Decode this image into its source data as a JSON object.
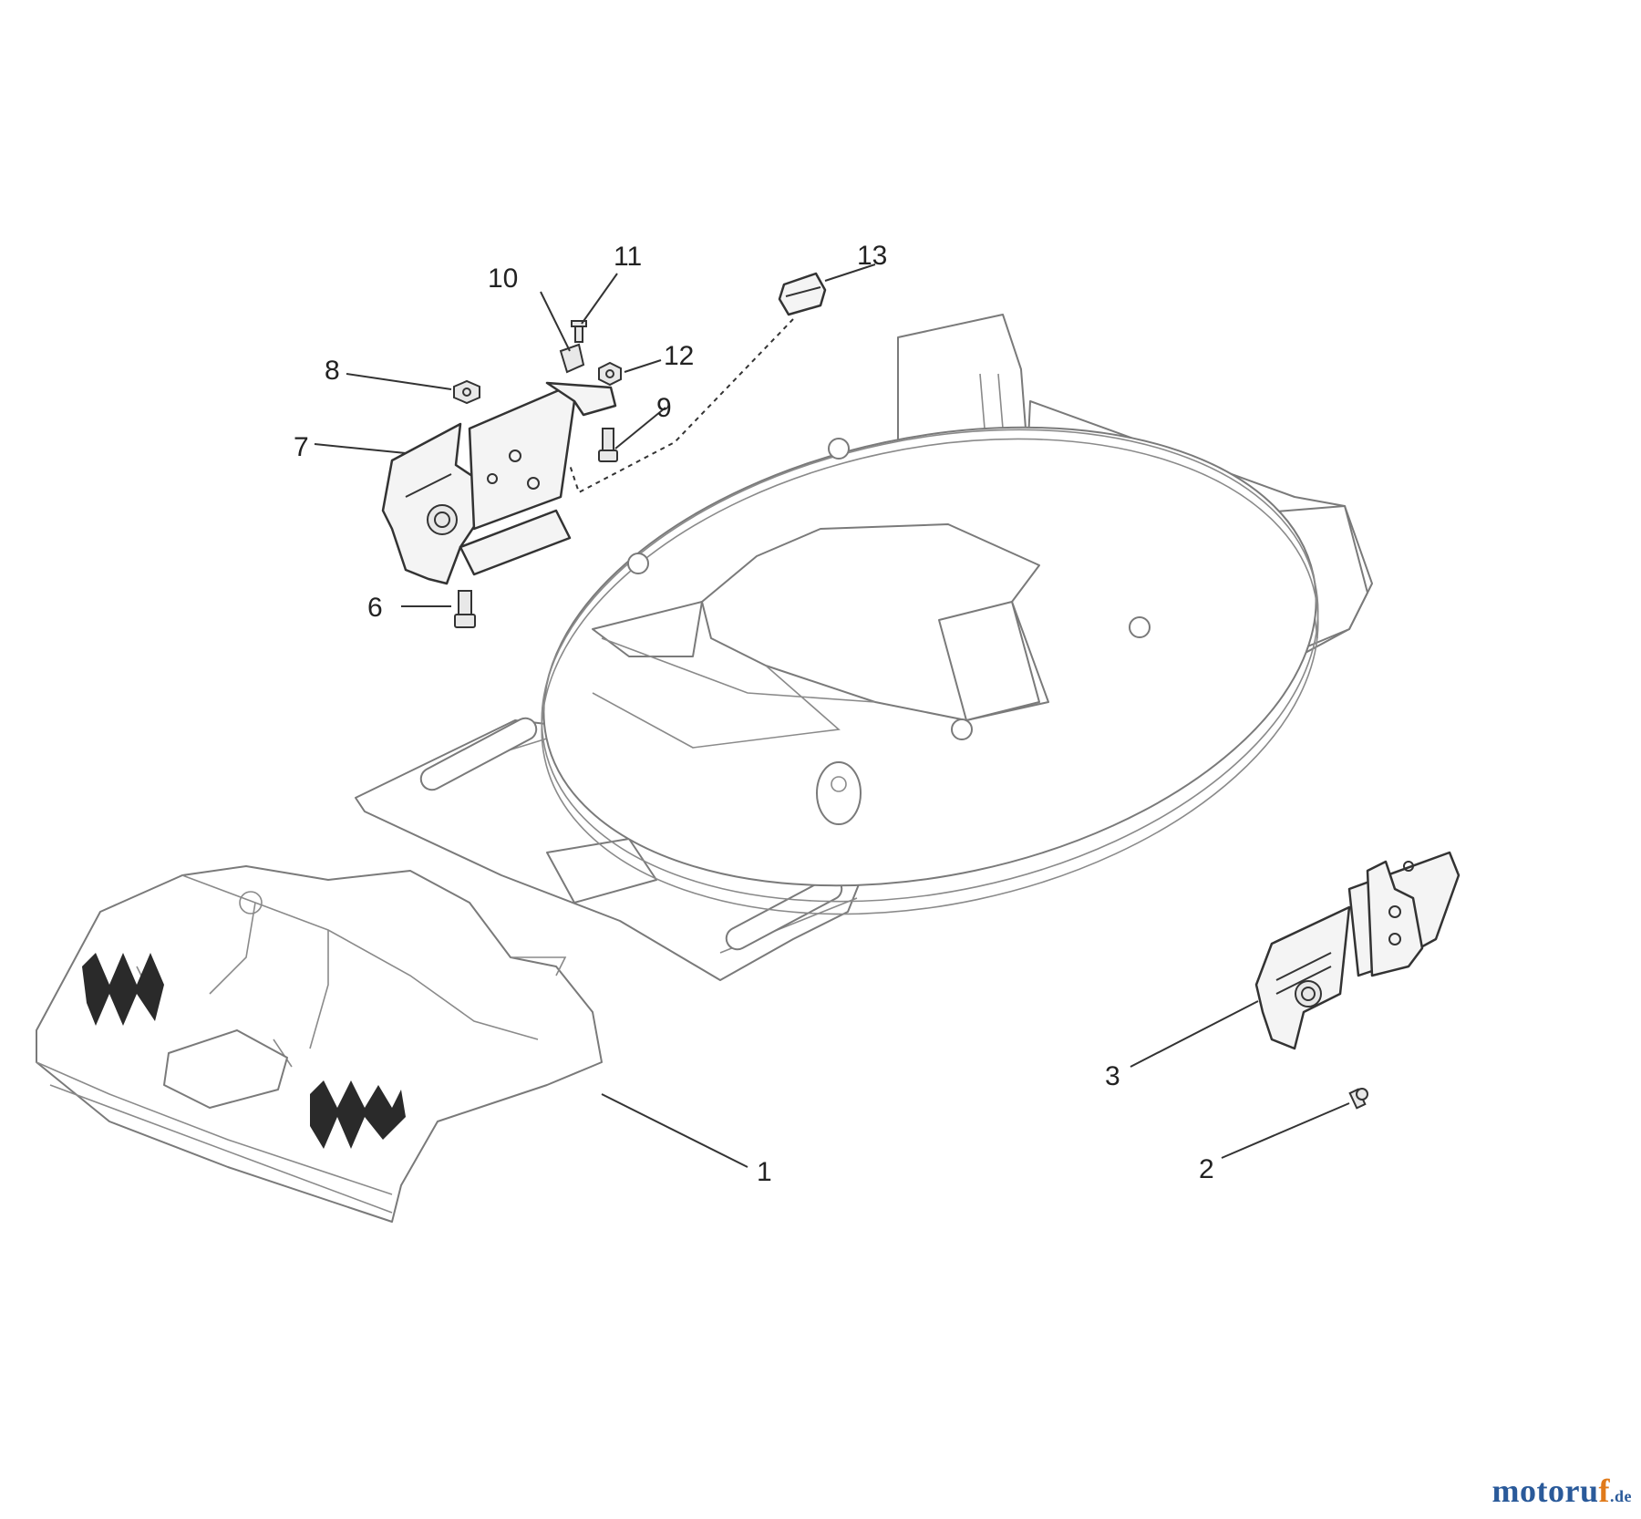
{
  "diagram": {
    "callouts": {
      "c1": "1",
      "c2": "2",
      "c3": "3",
      "c6": "6",
      "c7": "7",
      "c8": "8",
      "c9": "9",
      "c10": "10",
      "c11": "11",
      "c12": "12",
      "c13": "13"
    }
  },
  "watermark": {
    "main": "motoru",
    "accent": "f",
    "suffix": ".de"
  }
}
